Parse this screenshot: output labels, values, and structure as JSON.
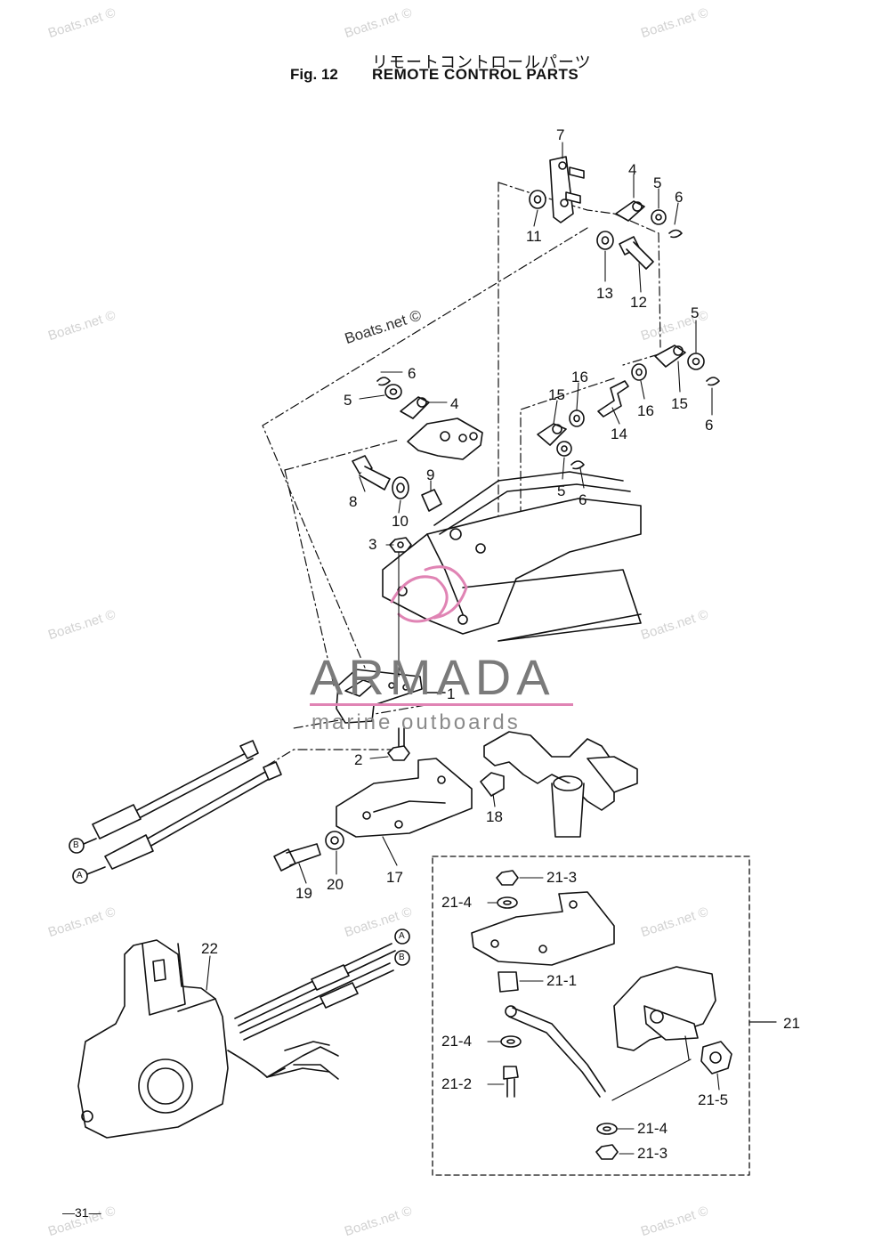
{
  "header": {
    "title_jp": "リモートコントロールパーツ",
    "fig_number": "Fig. 12",
    "fig_title": "REMOTE CONTROL PARTS"
  },
  "watermark": {
    "text": "Boats.net ©"
  },
  "brand": {
    "name": "ARMADA",
    "tagline": "marine outboards",
    "accent_color": "#e084b4"
  },
  "callouts": {
    "c1": "1",
    "c2": "2",
    "c3": "3",
    "c4a": "4",
    "c4b": "4",
    "c5a": "5",
    "c5b": "5",
    "c5c": "5",
    "c5d": "5",
    "c6a": "6",
    "c6b": "6",
    "c6c": "6",
    "c6d": "6",
    "c7": "7",
    "c8": "8",
    "c9": "9",
    "c10": "10",
    "c11": "11",
    "c12": "12",
    "c13": "13",
    "c14": "14",
    "c15a": "15",
    "c15b": "15",
    "c16a": "16",
    "c16b": "16",
    "c17": "17",
    "c18": "18",
    "c19": "19",
    "c20": "20",
    "c21": "21",
    "c22": "22",
    "c21_1": "21-1",
    "c21_2": "21-2",
    "c21_3a": "21-3",
    "c21_3b": "21-3",
    "c21_4a": "21-4",
    "c21_4b": "21-4",
    "c21_4c": "21-4",
    "c21_5": "21-5",
    "ref_a": "A",
    "ref_b": "B"
  },
  "footer": {
    "page": "—31—"
  }
}
